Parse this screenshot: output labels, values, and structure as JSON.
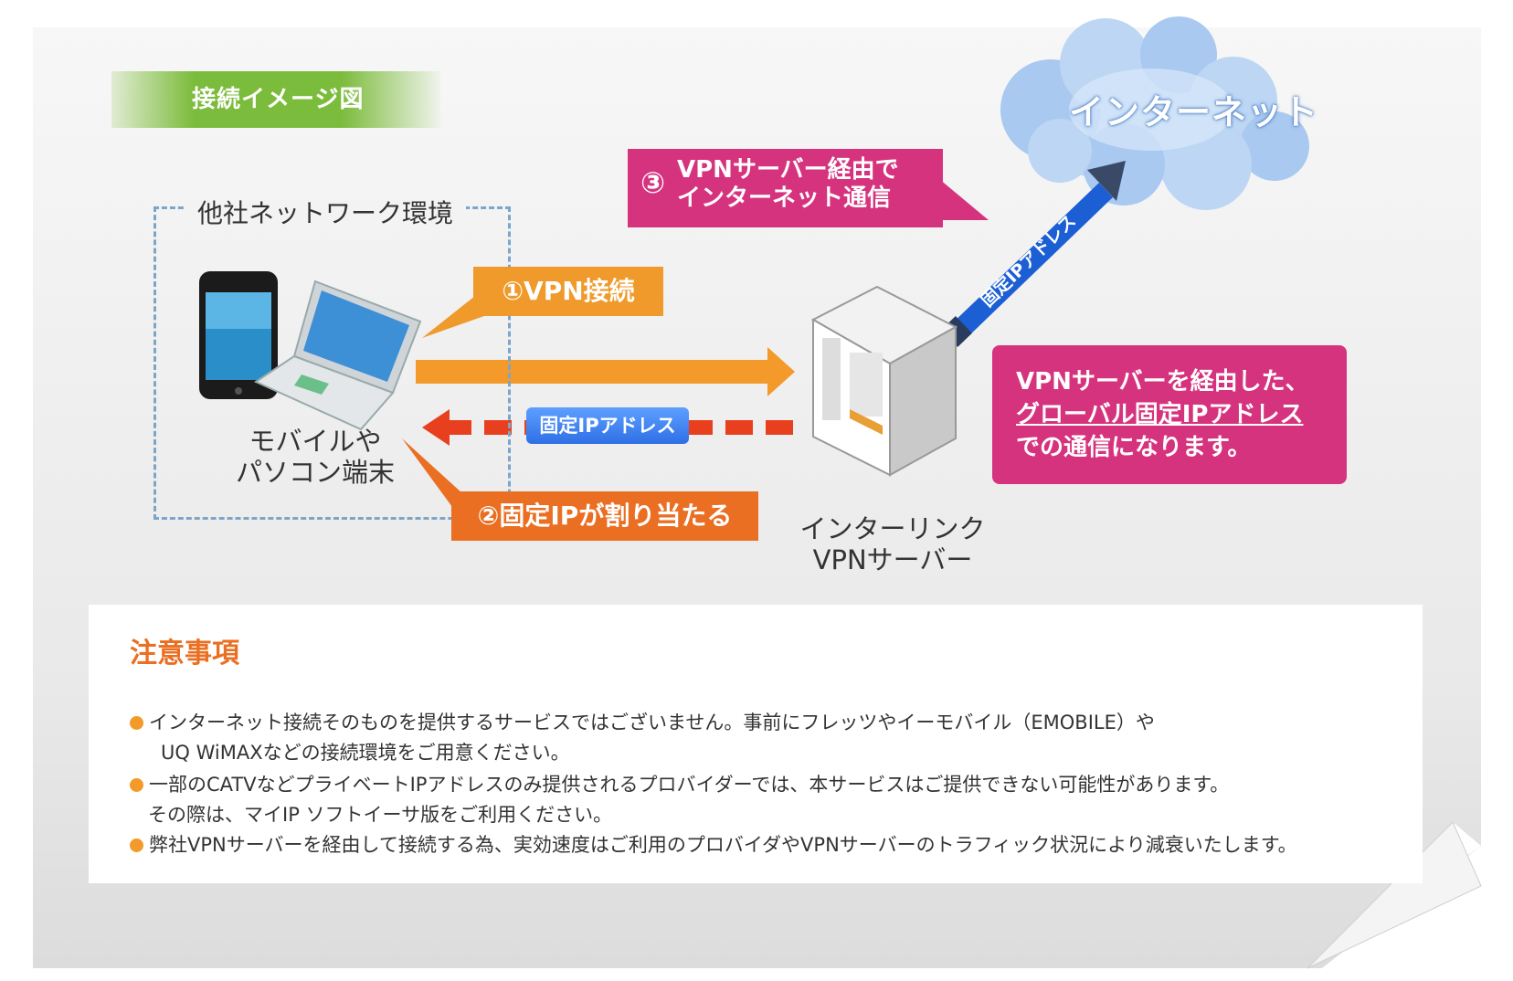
{
  "diagram": {
    "title": "接続イメージ図",
    "network_label": "他社ネットワーク環境",
    "device_label": "モバイルや\nパソコン端末",
    "server_label": "インターリンク\nVPNサーバー",
    "cloud_label": "インターネット",
    "step1": "①VPN接続",
    "step2": "②固定IPが割り当たる",
    "step3_num": "③",
    "step3": "VPNサーバー経由で\nインターネット通信",
    "ip_badge": "固定IPアドレス",
    "ip_arrow_label": "固定IPアドレス",
    "info_line1": "VPNサーバーを経由した、",
    "info_line2": "グローバル固定IPアドレス",
    "info_line3": "での通信になります。",
    "colors": {
      "orange": "#ef9a2a",
      "dark_orange": "#ea6f22",
      "magenta": "#d6337e",
      "blue": "#2f6fe6",
      "green": "#7cbc3c"
    }
  },
  "notes": {
    "title": "注意事項",
    "items": [
      {
        "line1": "インターネット接続そのものを提供するサービスではございません。事前にフレッツやイーモバイル（EMOBILE）や",
        "line2": "UQ WiMAXなどの接続環境をご用意ください。"
      },
      {
        "line1": "一部のCATVなどプライベートIPアドレスのみ提供されるプロバイダーでは、本サービスはご提供できない可能性があります。",
        "line2": "その際は、マイIP ソフトイーサ版をご利用ください。"
      },
      {
        "line1": "弊社VPNサーバーを経由して接続する為、実効速度はご利用のプロバイダやVPNサーバーのトラフィック状況により減衰いたします。",
        "line2": ""
      }
    ]
  }
}
